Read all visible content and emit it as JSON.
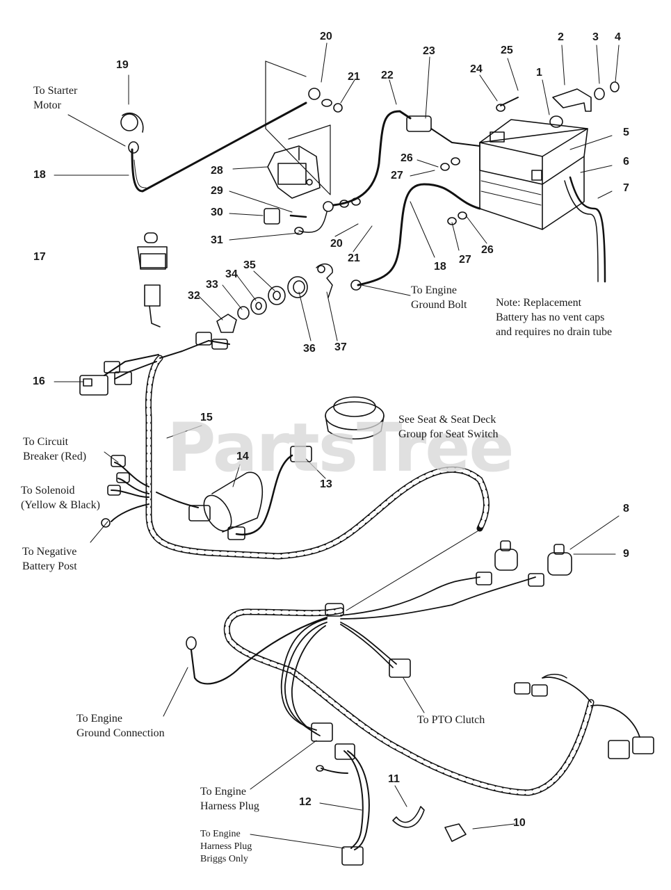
{
  "watermark": "PartsTree",
  "callouts": {
    "n1": "1",
    "n2": "2",
    "n3": "3",
    "n4": "4",
    "n5": "5",
    "n6": "6",
    "n7": "7",
    "n8": "8",
    "n9": "9",
    "n10": "10",
    "n11": "11",
    "n12": "12",
    "n13": "13",
    "n14": "14",
    "n15": "15",
    "n16": "16",
    "n17": "17",
    "n18a": "18",
    "n18b": "18",
    "n19": "19",
    "n20a": "20",
    "n20b": "20",
    "n21a": "21",
    "n21b": "21",
    "n22": "22",
    "n23": "23",
    "n24": "24",
    "n25": "25",
    "n26a": "26",
    "n26b": "26",
    "n27a": "27",
    "n27b": "27",
    "n28": "28",
    "n29": "29",
    "n30": "30",
    "n31": "31",
    "n32": "32",
    "n33": "33",
    "n34": "34",
    "n35": "35",
    "n36": "36",
    "n37": "37"
  },
  "labels": {
    "starter_motor": "To Starter\nMotor",
    "engine_ground_bolt": "To Engine\nGround Bolt",
    "battery_note": "Note: Replacement\nBattery has no vent caps\nand requires no drain tube",
    "seat_switch": "See Seat & Seat Deck\nGroup for Seat Switch",
    "circuit_breaker": "To Circuit\nBreaker (Red)",
    "solenoid": "To Solenoid\n(Yellow & Black)",
    "negative_post": "To Negative\nBattery Post",
    "engine_ground_connection": "To Engine\nGround Connection",
    "pto_clutch": "To PTO Clutch",
    "engine_harness_plug": "To Engine\nHarness Plug",
    "engine_harness_briggs": "To Engine\nHarness Plug\nBriggs Only"
  }
}
